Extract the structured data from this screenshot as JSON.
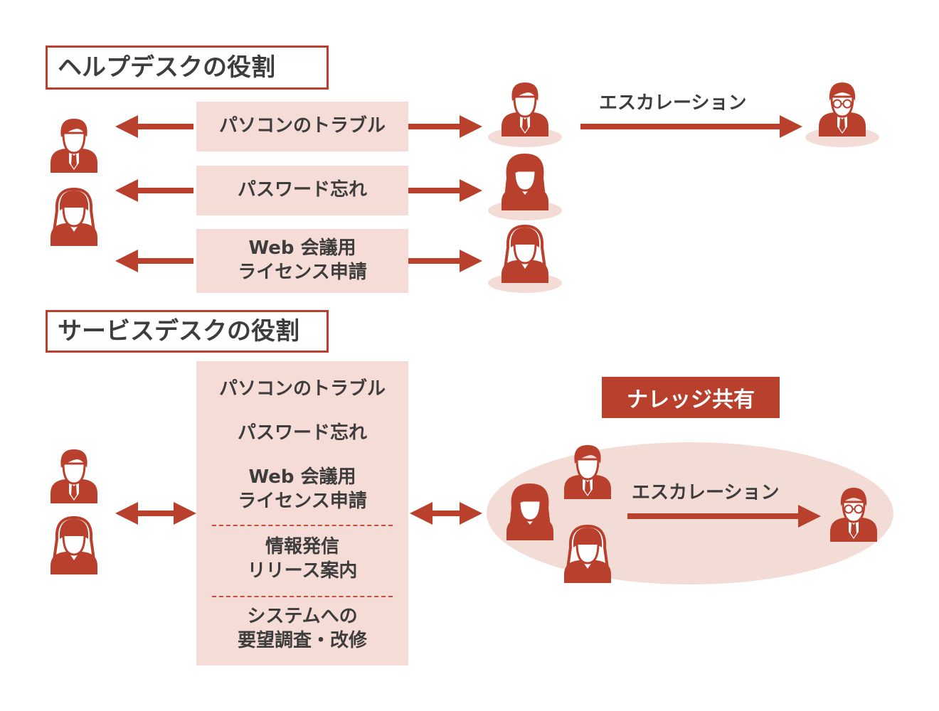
{
  "helpdesk": {
    "title": "ヘルプデスクの役割",
    "items": [
      {
        "lines": [
          "パソコンのトラブル"
        ]
      },
      {
        "lines": [
          "パスワード忘れ"
        ]
      },
      {
        "lines": [
          "Web 会議用",
          "ライセンス申請"
        ]
      }
    ],
    "escalation_label": "エスカレーション"
  },
  "servicedesk": {
    "title": "サービスデスクの役割",
    "items": [
      {
        "lines": [
          "パソコンのトラブル"
        ]
      },
      {
        "lines": [
          "パスワード忘れ"
        ]
      },
      {
        "lines": [
          "Web 会議用",
          "ライセンス申請"
        ]
      },
      {
        "lines": [
          "情報発信",
          "リリース案内"
        ]
      },
      {
        "lines": [
          "システムへの",
          "要望調査・改修"
        ]
      }
    ],
    "knowledge_label": "ナレッジ共有",
    "escalation_label": "エスカレーション"
  },
  "colors": {
    "accent": "#b8402c",
    "box_fill": "#f6dcd6",
    "shadow": "#f4dcd6"
  }
}
